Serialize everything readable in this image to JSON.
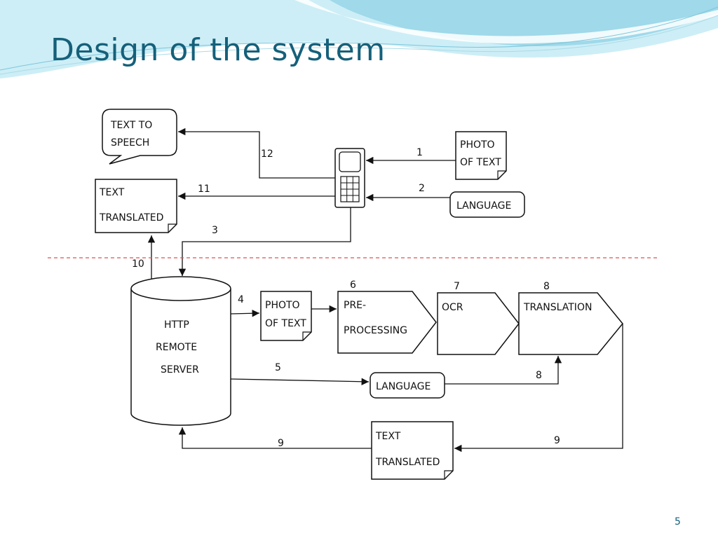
{
  "slide": {
    "title": "Design of the system",
    "page_number": "5"
  },
  "colors": {
    "title": "#15607a",
    "wave_light": "#bfe6f0",
    "wave_mid": "#8fd1e4",
    "divider": "#e05050",
    "stroke": "#111111"
  },
  "diagram": {
    "client": {
      "speech_bubble": [
        "TEXT TO",
        "SPEECH"
      ],
      "text_translated": [
        "TEXT",
        "TRANSLATED"
      ],
      "photo_of_text": [
        "PHOTO",
        "OF TEXT"
      ],
      "language": "LANGUAGE"
    },
    "server": {
      "http_server": [
        "HTTP",
        "REMOTE",
        "SERVER"
      ],
      "photo_of_text": [
        "PHOTO",
        "OF TEXT"
      ],
      "pre_processing": [
        "PRE-",
        "PROCESSING"
      ],
      "ocr": "OCR",
      "translation": "TRANSLATION",
      "language": "LANGUAGE",
      "text_translated": [
        "TEXT",
        "TRANSLATED"
      ]
    },
    "step_labels": {
      "s1": "1",
      "s2": "2",
      "s3": "3",
      "s4": "4",
      "s5": "5",
      "s6": "6",
      "s7": "7",
      "s8a": "8",
      "s8b": "8",
      "s9a": "9",
      "s9b": "9",
      "s10": "10",
      "s11": "11",
      "s12": "12"
    }
  }
}
